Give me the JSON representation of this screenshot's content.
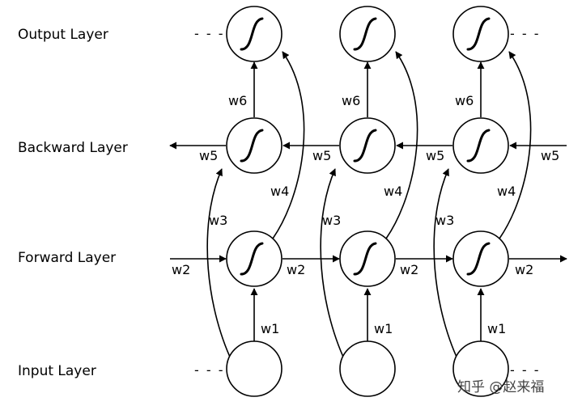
{
  "layers": {
    "output": "Output Layer",
    "backward": "Backward Layer",
    "forward": "Forward Layer",
    "input": "Input Layer"
  },
  "weights": {
    "w1": "w1",
    "w2": "w2",
    "w3": "w3",
    "w4": "w4",
    "w5": "w5",
    "w6": "w6"
  },
  "ellipsis": "- - -",
  "watermark": "知乎 @赵来福"
}
